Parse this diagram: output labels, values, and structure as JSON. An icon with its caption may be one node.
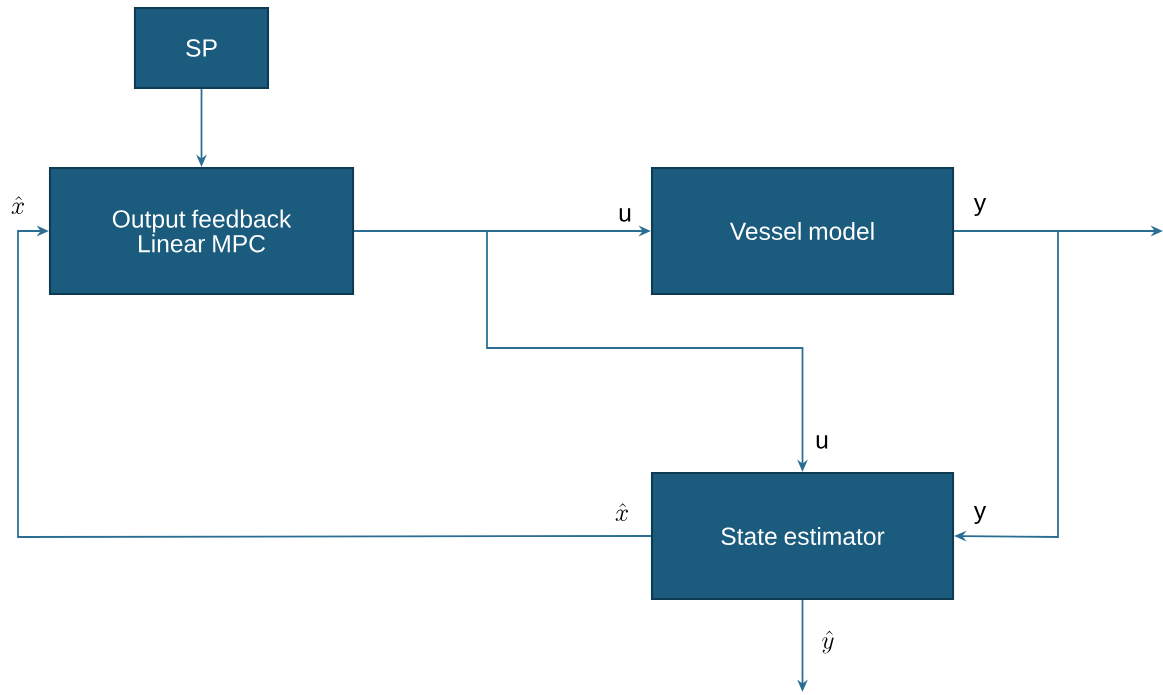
{
  "diagram": {
    "nodes": [
      {
        "text": [
          "SP"
        ]
      },
      {
        "text": [
          "Output feedback Linear MPC"
        ]
      },
      {
        "text": [
          "Vessel model"
        ]
      },
      {
        "text": [
          "State estimator"
        ]
      }
    ],
    "edges": [
      {
        "from": 0,
        "to": 1,
        "arrow": "to"
      },
      {
        "from": 1,
        "to": 2,
        "arrow": "to",
        "label": "u"
      },
      {
        "from": 1,
        "to": 3,
        "arrow": "to",
        "label": "u"
      },
      {
        "from": 2,
        "to": null,
        "arrow": "to",
        "label": "y"
      },
      {
        "from": 2,
        "to": 3,
        "arrow": "to",
        "label": "y"
      },
      {
        "from": 3,
        "to": 1,
        "arrow": "to",
        "label": "\\hat{x}"
      },
      {
        "from": 3,
        "to": null,
        "arrow": "to",
        "label": "\\hat{y}"
      }
    ],
    "labels": [
      "\\hat{x}"
    ]
  }
}
